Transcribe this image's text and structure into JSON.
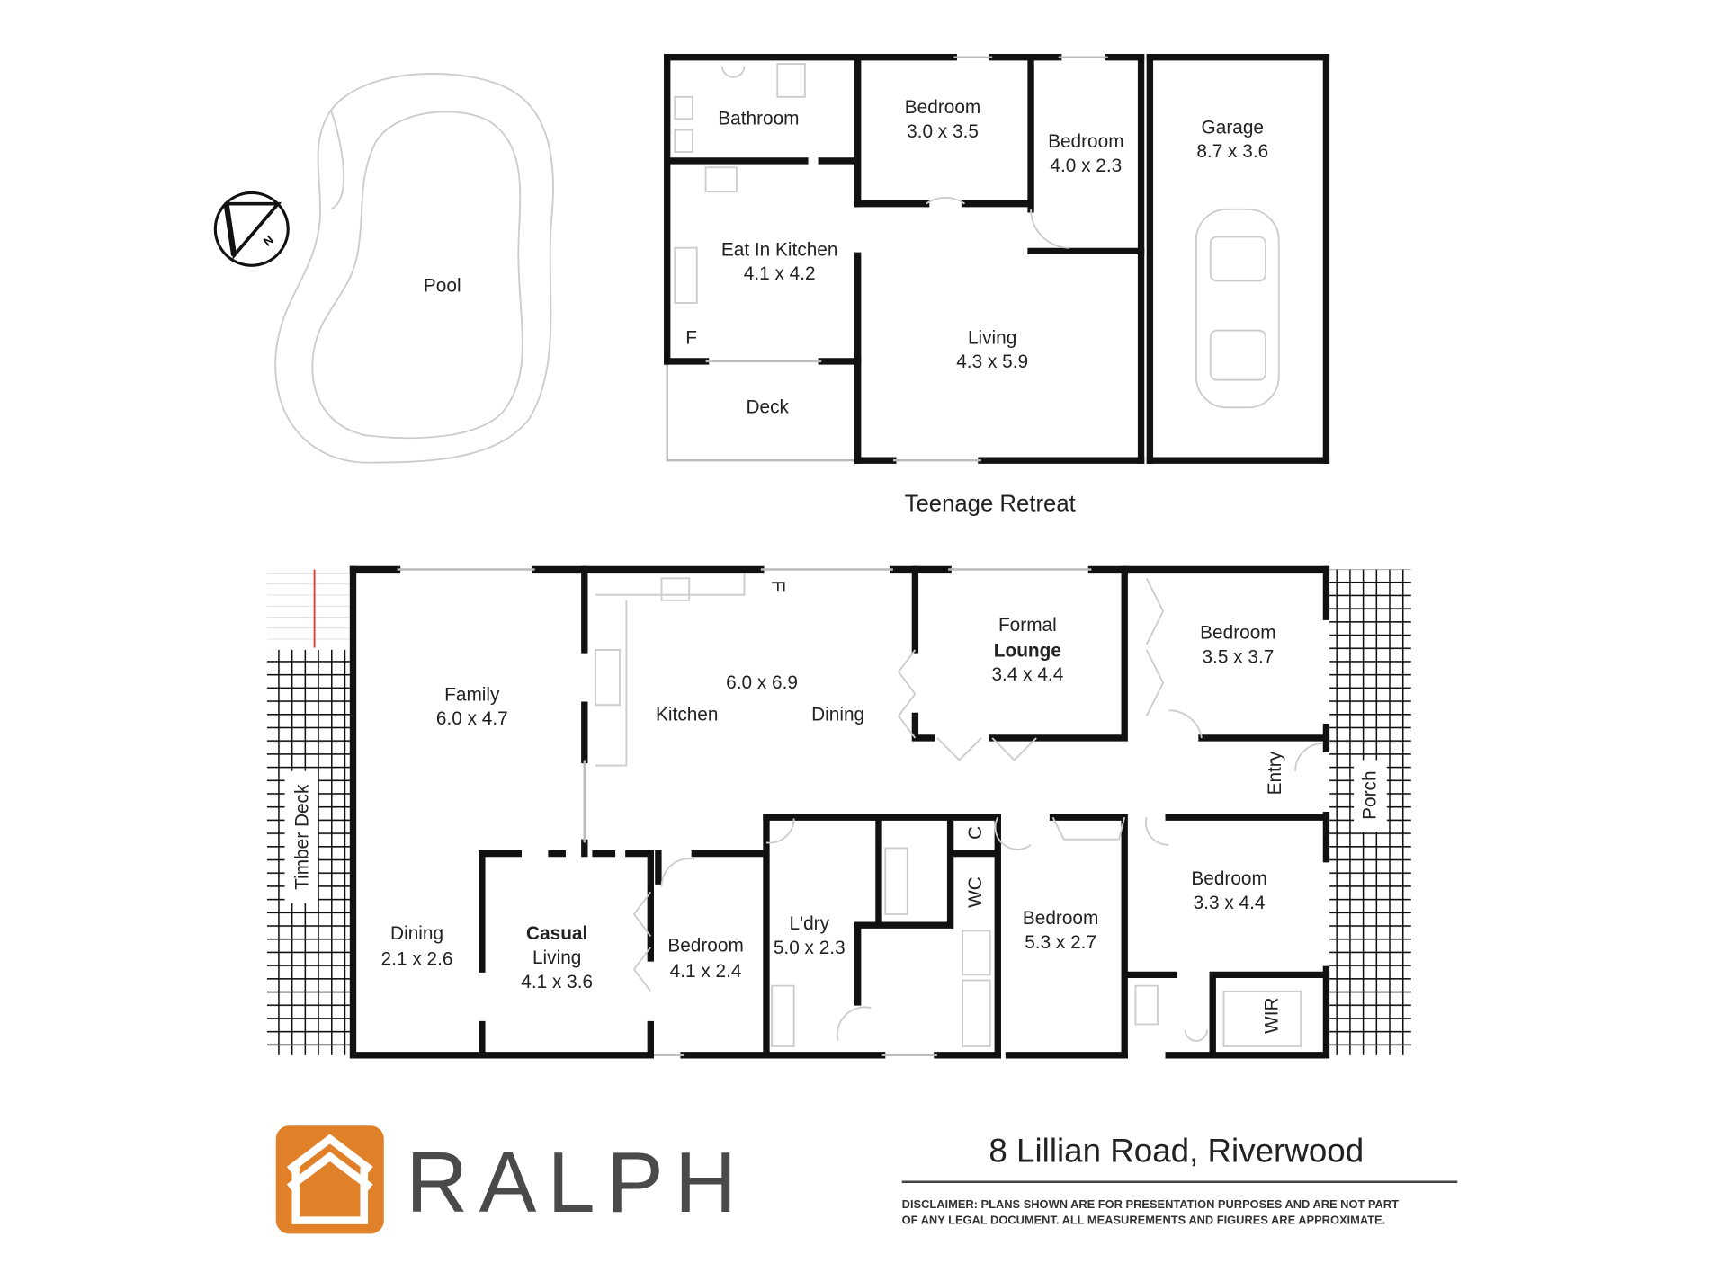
{
  "colors": {
    "brand_orange": "#E0812A",
    "wall": "#111111",
    "text": "#222222"
  },
  "compass": {
    "label": "N"
  },
  "pool": {
    "label": "Pool"
  },
  "teenage_retreat": {
    "title": "Teenage Retreat",
    "rooms": {
      "bathroom": {
        "name": "Bathroom"
      },
      "bedroom1": {
        "name": "Bedroom",
        "size": "3.0 x 3.5"
      },
      "bedroom2": {
        "name": "Bedroom",
        "size": "4.0 x 2.3"
      },
      "garage": {
        "name": "Garage",
        "size": "8.7 x 3.6"
      },
      "kitchen": {
        "name": "Eat In Kitchen",
        "size": "4.1 x 4.2"
      },
      "living": {
        "name": "Living",
        "size": "4.3 x 5.9"
      },
      "deck": {
        "name": "Deck"
      },
      "fridge": {
        "name": "F"
      }
    }
  },
  "main_house": {
    "rooms": {
      "family": {
        "name": "Family",
        "size": "6.0 x 4.7"
      },
      "kitchen_dining": {
        "size": "6.0 x 6.9",
        "kitchen": "Kitchen",
        "dining": "Dining",
        "fridge": "F"
      },
      "formal_lounge": {
        "name1": "Formal",
        "name2": "Lounge",
        "size": "3.4 x 4.4"
      },
      "bedroom_front": {
        "name": "Bedroom",
        "size": "3.5 x 3.7"
      },
      "entry": {
        "name": "Entry"
      },
      "porch": {
        "name": "Porch"
      },
      "timber_deck": {
        "name": "Timber Deck"
      },
      "dining": {
        "name": "Dining",
        "size": "2.1 x 2.6"
      },
      "casual_living": {
        "name1": "Casual",
        "name2": "Living",
        "size": "4.1 x 3.6"
      },
      "bedroom_mid": {
        "name": "Bedroom",
        "size": "4.1 x 2.4"
      },
      "laundry": {
        "name": "L'dry",
        "size": "5.0 x 2.3"
      },
      "cupboard": {
        "name": "C"
      },
      "wc": {
        "name": "WC"
      },
      "bedroom_main": {
        "name": "Bedroom",
        "size": "5.3 x 2.7"
      },
      "bedroom_rear": {
        "name": "Bedroom",
        "size": "3.3 x 4.4"
      },
      "wir": {
        "name": "WIR"
      }
    }
  },
  "footer": {
    "brand": "RALPH",
    "address": "8 Lillian Road, Riverwood",
    "disclaimer_line1": "DISCLAIMER:  PLANS SHOWN ARE FOR PRESENTATION PURPOSES AND ARE NOT PART",
    "disclaimer_line2": "OF ANY LEGAL DOCUMENT. ALL MEASUREMENTS AND FIGURES ARE APPROXIMATE."
  }
}
